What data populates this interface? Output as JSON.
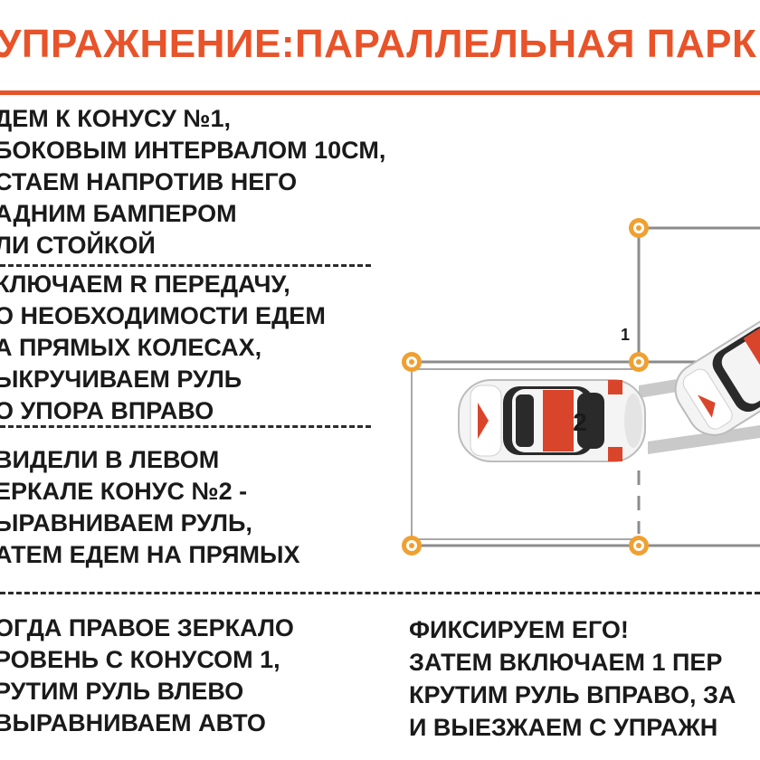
{
  "title": "УПРАЖНЕНИЕ:ПАРАЛЛЕЛЬНАЯ ПАРК",
  "steps": [
    {
      "lines": [
        "ДЕМ К КОНУСУ №1,",
        " БОКОВЫМ ИНТЕРВАЛОМ 10СМ,",
        "СТАЕМ НАПРОТИВ НЕГО",
        "АДНИМ БАМПЕРОМ",
        "ЛИ СТОЙКОЙ"
      ]
    },
    {
      "lines": [
        "КЛЮЧАЕМ R ПЕРЕДАЧУ,",
        "О НЕОБХОДИМОСТИ ЕДЕМ",
        "А ПРЯМЫХ КОЛЕСАХ,",
        "ЫКРУЧИВАЕМ РУЛЬ",
        "О УПОРА ВПРАВО"
      ]
    },
    {
      "lines": [
        "ВИДЕЛИ В ЛЕВОМ",
        "ЕРКАЛЕ КОНУС №2 -",
        "ЫРАВНИВАЕМ РУЛЬ,",
        "АТЕМ ЕДЕМ НА ПРЯМЫХ"
      ]
    },
    {
      "lines": [
        "ОГДА ПРАВОЕ ЗЕРКАЛО",
        "РОВЕНЬ С КОНУСОМ 1,",
        "РУТИМ РУЛЬ ВЛЕВО",
        " ВЫРАВНИВАЕМ АВТО"
      ]
    },
    {
      "lines": [
        "ФИКСИРУЕМ ЕГО!",
        "ЗАТЕМ ВКЛЮЧАЕМ 1 ПЕР",
        "КРУТИМ РУЛЬ ВПРАВО, ЗА",
        "И ВЫЕЗЖАЕМ С УПРАЖН"
      ]
    }
  ],
  "diagram": {
    "cone_label": "1",
    "car_number": "2",
    "colors": {
      "accent": "#e8532a",
      "cone": "#f0a030",
      "lines": "#8c8c8c",
      "car_body": "#f4f4f4",
      "car_red": "#d9452b"
    }
  }
}
